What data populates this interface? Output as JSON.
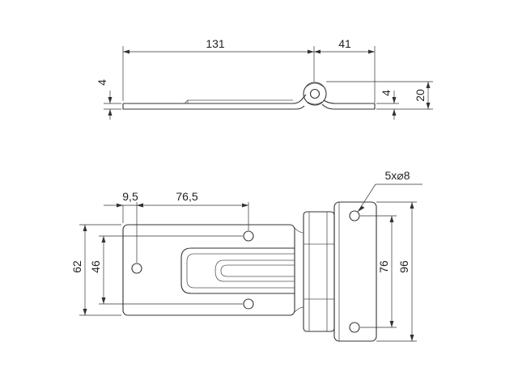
{
  "top_view": {
    "dim_length": "131",
    "dim_knuckle_width": "41",
    "dim_left_thickness": "4",
    "dim_right_thickness": "4",
    "dim_height": "20"
  },
  "front_view": {
    "dim_hole_offset": "9,5",
    "dim_hole_spacing": "76,5",
    "dim_plate_height": "62",
    "dim_left_hole_spacing": "46",
    "dim_right_hole_spacing": "76",
    "dim_leaf_height": "96",
    "hole_callout": "5x⌀8"
  }
}
